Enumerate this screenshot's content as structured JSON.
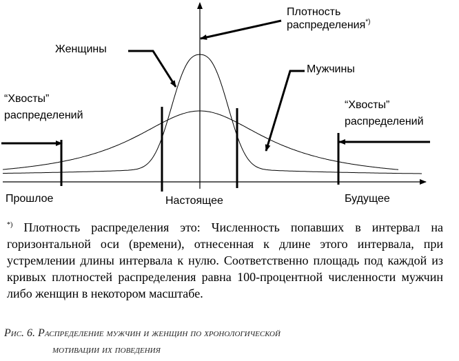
{
  "labels": {
    "density_line1": "Плотность",
    "density_line2": "распределения",
    "density_marker": "*)",
    "women": "Женщины",
    "men": "Мужчины",
    "tails_left_line1": "“Хвосты”",
    "tails_left_line2": "распределений",
    "tails_right_line1": "“Хвосты”",
    "tails_right_line2": "распределений",
    "past": "Прошлое",
    "present": "Настоящее",
    "future": "Будущее"
  },
  "footnote": {
    "marker": "*)",
    "text": "Плотность распределения это: Численность попавших в интервал на горизонтальной оси (времени), отнесенная к длине этого интервала, при устремлении длины интервала к нулю. Соответственно площадь под каждой из кривых плотностей распределения равна 100-процентной численности мужчин либо женщин в некотором масштабе."
  },
  "caption": {
    "line1": "Рис. 6. Распределение мужчин и женщин по хронологической",
    "line2": "мотивации их поведения"
  }
}
